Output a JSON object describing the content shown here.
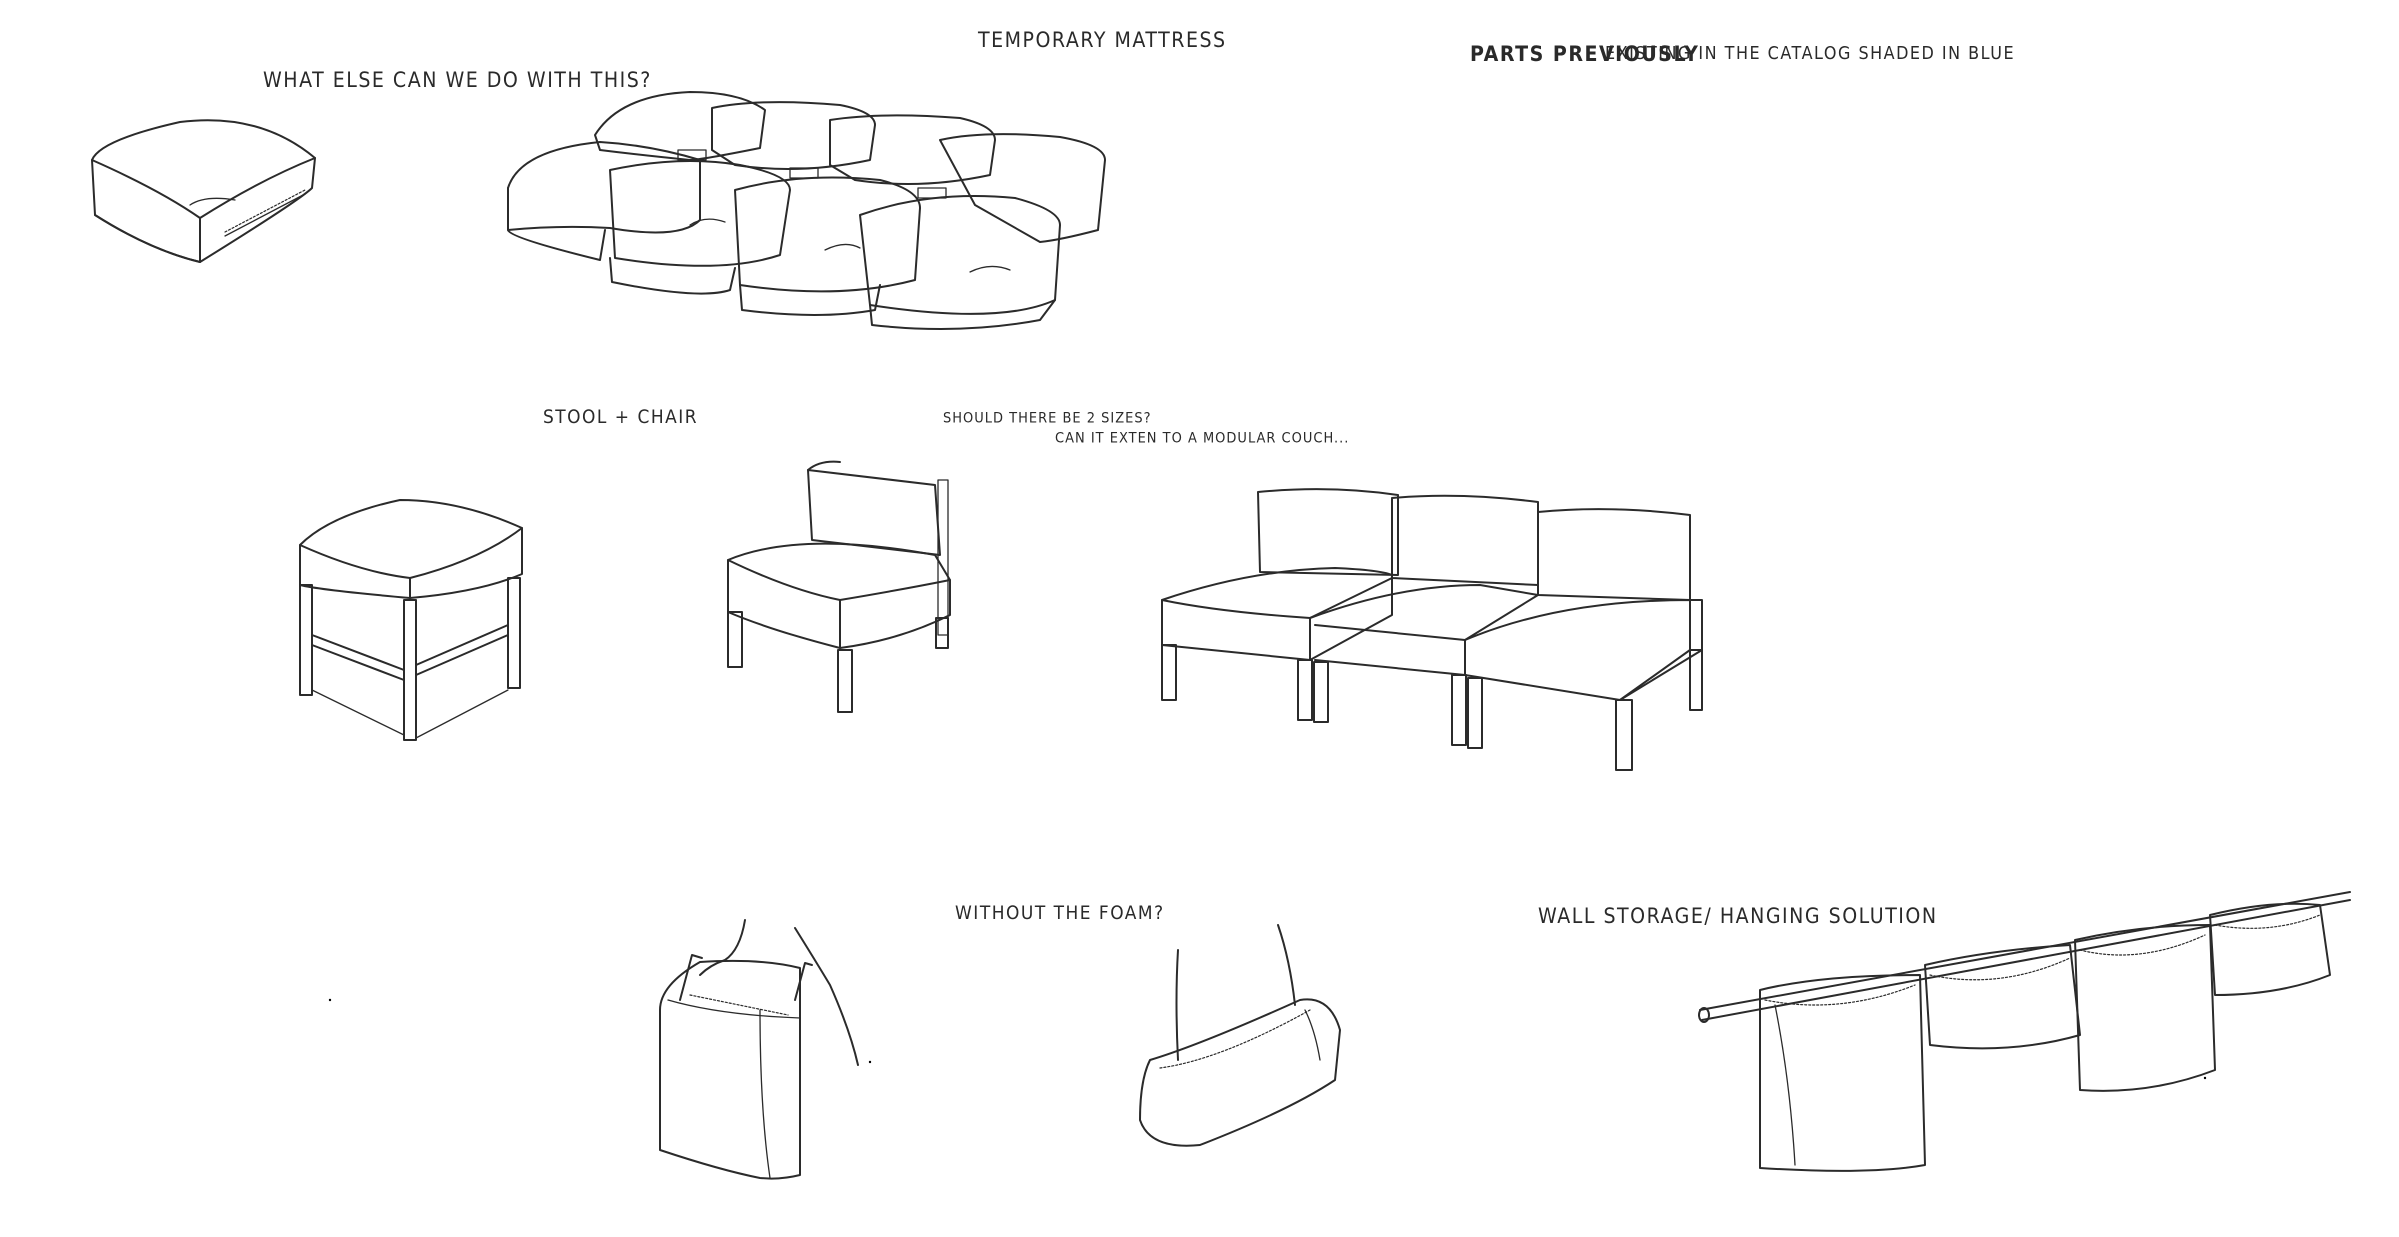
{
  "notes": {
    "temporary_mattress": "TEMPORARY MATTRESS",
    "what_else": "WHAT ELSE CAN WE DO WITH THIS?",
    "parts_previously": "PARTS PREVIOUSLY",
    "existing_catalog": "EXISTING IN THE CATALOG SHADED IN BLUE",
    "stool_chair": "STOOL + CHAIR",
    "two_sizes": "SHOULD THERE BE 2 SIZES?",
    "modular_couch": "CAN IT EXTEN TO A MODULAR COUCH...",
    "without_foam": "WITHOUT THE FOAM?",
    "wall_storage": "WALL STORAGE/ HANGING SOLUTION"
  }
}
